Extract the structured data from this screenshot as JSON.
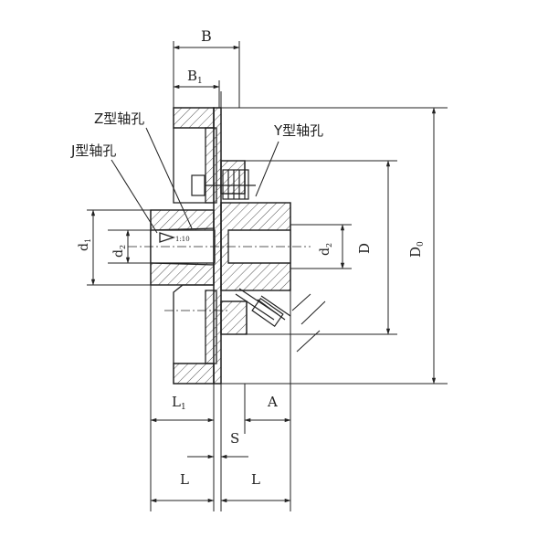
{
  "labels": {
    "B": "B",
    "B1_main": "B",
    "B1_sub": "1",
    "z_hole": "Z型轴孔",
    "j_hole": "J型轴孔",
    "y_hole": "Y型轴孔",
    "d1_main": "d",
    "d1_sub": "1",
    "d2_main": "d",
    "d2_sub": "2",
    "d2r_main": "d",
    "d2r_sub": "2",
    "D": "D",
    "D0_main": "D",
    "D0_sub": "0",
    "L1_main": "L",
    "L1_sub": "1",
    "A": "A",
    "S": "S",
    "L_left": "L",
    "L_right": "L",
    "taper": "1:10"
  },
  "colors": {
    "line": "#222222",
    "hatch": "#555555",
    "background": "#ffffff"
  }
}
